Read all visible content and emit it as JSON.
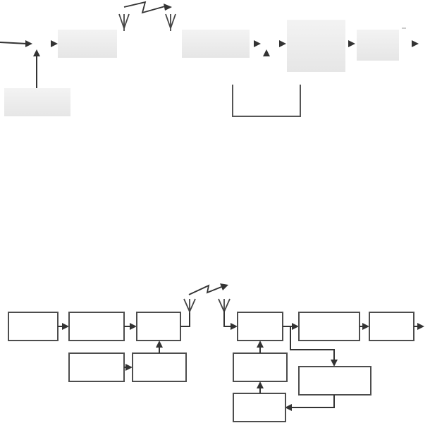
{
  "diagram": {
    "top_section": {
      "blocks": [
        {
          "id": "t-source",
          "label": ""
        },
        {
          "id": "t-input",
          "label": ""
        },
        {
          "id": "t-block-a",
          "label": ""
        },
        {
          "id": "t-block-b",
          "label": ""
        },
        {
          "id": "t-block-c",
          "label": ""
        },
        {
          "id": "t-container",
          "label": ""
        }
      ]
    },
    "bottom_section": {
      "transmitter_blocks": [
        {
          "id": "b-tx-1",
          "label": ""
        },
        {
          "id": "b-tx-2",
          "label": ""
        },
        {
          "id": "b-tx-3",
          "label": ""
        },
        {
          "id": "b-tx-4",
          "label": ""
        },
        {
          "id": "b-tx-5",
          "label": ""
        }
      ],
      "receiver_blocks": [
        {
          "id": "b-rx-1",
          "label": ""
        },
        {
          "id": "b-rx-2",
          "label": ""
        },
        {
          "id": "b-rx-3",
          "label": ""
        },
        {
          "id": "b-rx-4",
          "label": ""
        },
        {
          "id": "b-rx-5",
          "label": ""
        },
        {
          "id": "b-rx-6",
          "label": ""
        }
      ]
    }
  }
}
